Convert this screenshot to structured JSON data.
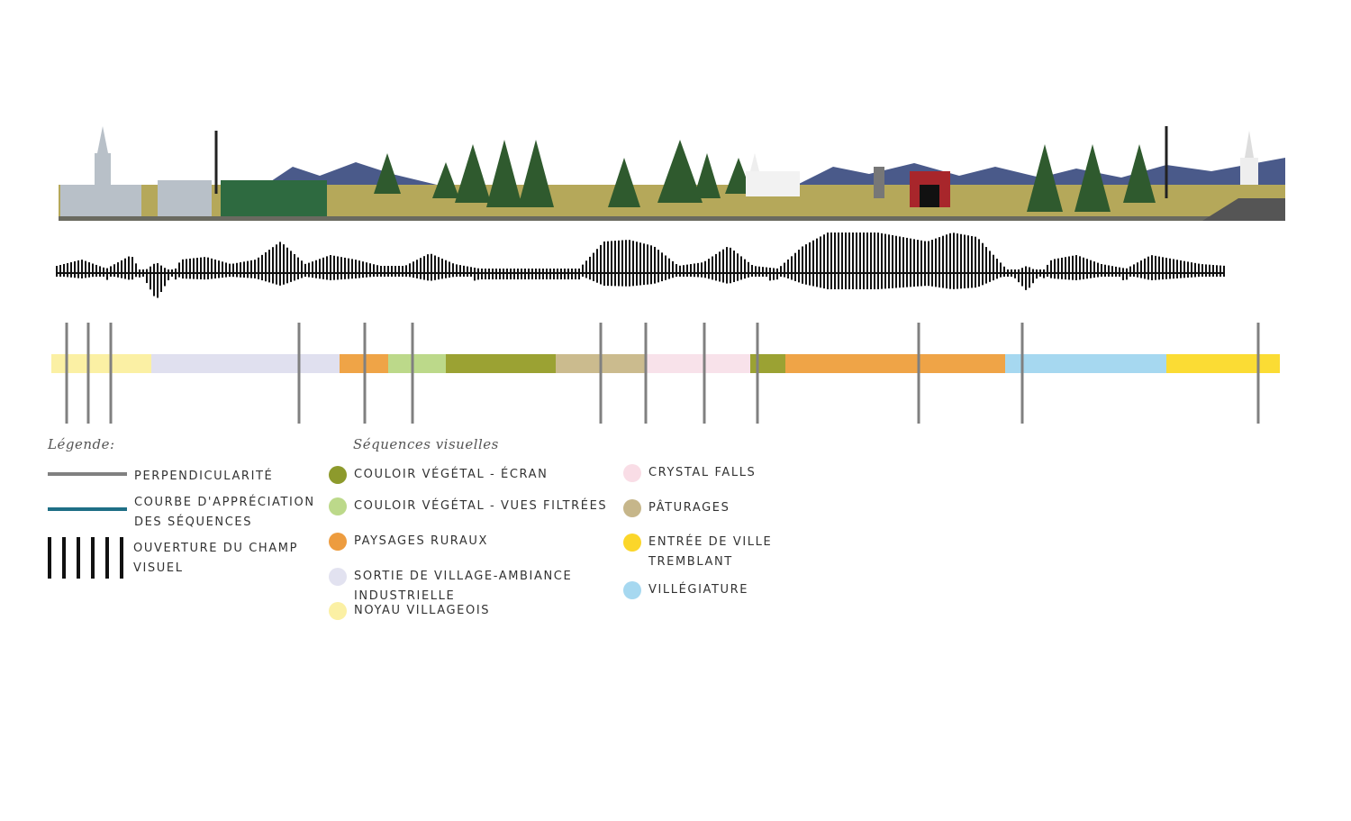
{
  "colors": {
    "perpendicularity": "#808080",
    "appreciation_curve": "#1f6f86",
    "field_opening": "#111111"
  },
  "sequence_bar": [
    {
      "key": "noyau",
      "color": "#fbf0a4",
      "span": [
        0,
        111
      ]
    },
    {
      "key": "sortie",
      "color": "#e0e0ef",
      "span": [
        111,
        320
      ]
    },
    {
      "key": "paysages1",
      "color": "#efa447",
      "span": [
        320,
        374
      ]
    },
    {
      "key": "filtrees",
      "color": "#bcd98a",
      "span": [
        374,
        438
      ]
    },
    {
      "key": "ecran1",
      "color": "#9ba233",
      "span": [
        438,
        560
      ]
    },
    {
      "key": "paturages",
      "color": "#cbbb8e",
      "span": [
        560,
        660
      ]
    },
    {
      "key": "crystal",
      "color": "#f8e2ea",
      "span": [
        660,
        776
      ]
    },
    {
      "key": "ecran2",
      "color": "#9ba233",
      "span": [
        776,
        815
      ]
    },
    {
      "key": "paysages2",
      "color": "#efa447",
      "span": [
        815,
        1059
      ]
    },
    {
      "key": "villegiature",
      "color": "#a6d8f0",
      "span": [
        1059,
        1238
      ]
    },
    {
      "key": "entree",
      "color": "#fbdc34",
      "span": [
        1238,
        1364
      ]
    }
  ],
  "perpendicularity_marks": [
    17,
    41,
    66,
    275,
    348,
    401,
    610,
    660,
    725,
    784,
    963,
    1078,
    1340
  ],
  "field_opening_profile": [
    8,
    15,
    5,
    20,
    -30,
    15,
    18,
    10,
    15,
    35,
    10,
    20,
    15,
    8,
    8,
    22,
    10,
    5,
    5,
    5,
    5,
    5,
    35,
    37,
    30,
    8,
    12,
    30,
    8,
    5,
    30,
    45,
    45,
    45,
    40,
    35,
    45,
    40,
    10,
    -20,
    15,
    20,
    10,
    5,
    20,
    15,
    10,
    8
  ],
  "legend": {
    "title": "Légende:",
    "perpendicularity": "PERPENDICULARITÉ",
    "curve_line1": "COURBE  D'APPRÉCIATION",
    "curve_line2": "DES SÉQUENCES",
    "opening_line1": "OUVERTURE   DU   CHAMP",
    "opening_line2": "VISUEL"
  },
  "sequences": {
    "title": "Séquences visuelles",
    "items": [
      {
        "label": "COULOIR VÉGÉTAL - ÉCRAN",
        "color": "#8d9a2c"
      },
      {
        "label": "COULOIR VÉGÉTAL - VUES FILTRÉES",
        "color": "#bcd98a"
      },
      {
        "label": "PAYSAGES RURAUX",
        "color": "#ed9c3f"
      },
      {
        "label": "SORTIE DE VILLAGE-AMBIANCE",
        "label2": "INDUSTRIELLE",
        "color": "#e2e2f0"
      },
      {
        "label": "NOYAU VILLAGEOIS",
        "color": "#fbf0a4"
      },
      {
        "label": "CRYSTAL FALLS",
        "color": "#f9dde6"
      },
      {
        "label": "PÂTURAGES",
        "color": "#c6b68a"
      },
      {
        "label": "ENTRÉE DE VILLE",
        "label2": "TREMBLANT",
        "color": "#fbd62a"
      },
      {
        "label": "VILLÉGIATURE",
        "color": "#a6d8f0"
      }
    ]
  }
}
